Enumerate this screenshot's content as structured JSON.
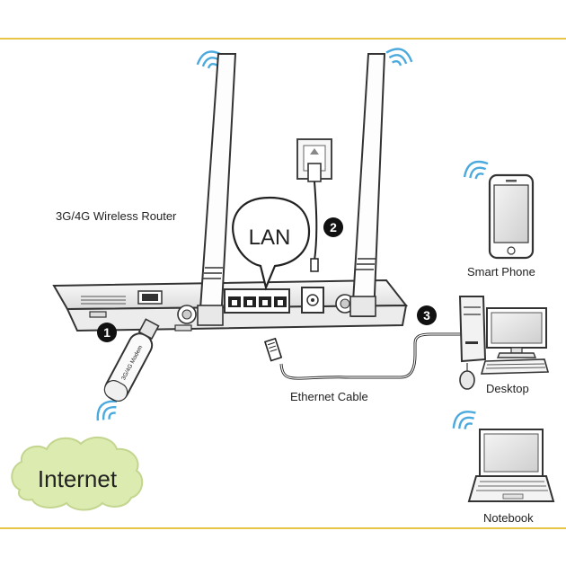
{
  "labels": {
    "router": "3G/4G Wireless Router",
    "lan": "LAN",
    "smart_phone": "Smart Phone",
    "desktop": "Desktop",
    "notebook": "Notebook",
    "ethernet_cable": "Ethernet Cable",
    "internet": "Internet",
    "modem_text": "3G/4G Modem"
  },
  "steps": [
    "1",
    "2",
    "3"
  ],
  "colors": {
    "frame_line": "#e8c547",
    "wifi_wave": "#4aa9dd",
    "cloud_fill": "#dcebb0",
    "cloud_stroke": "#c3d58f",
    "line": "#333333",
    "badge": "#111111"
  }
}
